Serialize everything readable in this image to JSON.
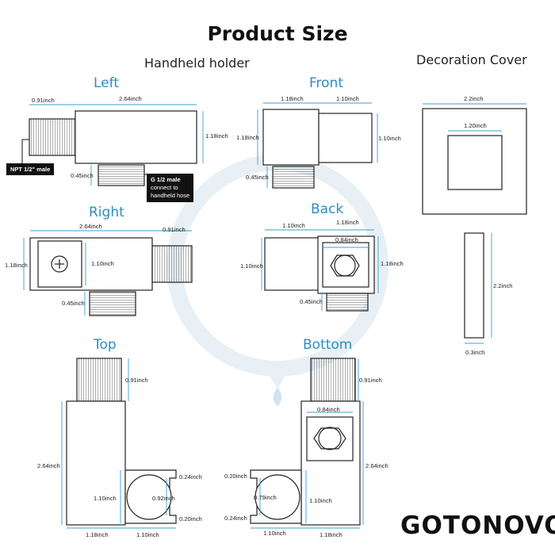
{
  "title": "Product Size",
  "sections": {
    "handheld": "Handheld holder",
    "cover": "Decoration Cover"
  },
  "views": {
    "left": "Left",
    "front": "Front",
    "right": "Right",
    "back": "Back",
    "top": "Top",
    "bottom": "Bottom"
  },
  "callouts": {
    "npt": "NPT 1/2\" male",
    "g_bold": "G 1/2 male",
    "g_line1": "connect to",
    "g_line2": "handheld hose"
  },
  "brand": "GOTONOVO",
  "colors": {
    "accent": "#2a8fc0",
    "dim_line": "#3aa0d0",
    "outline": "#222222",
    "watermark": "#e6eef5"
  },
  "dims": {
    "left": [
      "0.91inch",
      "2.64inch",
      "1.18inch",
      "0.45inch"
    ],
    "front": [
      "1.18inch",
      "1.10inch",
      "1.18inch",
      "1.10inch",
      "0.45inch"
    ],
    "right": [
      "2.64inch",
      "0.91inch",
      "1.18inch",
      "1.10inch",
      "0.45inch"
    ],
    "back": [
      "1.10inch",
      "1.18inch",
      "0.84inch",
      "1.10inch",
      "1.18inch",
      "0.45inch"
    ],
    "top": [
      "0.91inch",
      "2.64inch",
      "1.10inch",
      "0.92inch",
      "0.24inch",
      "0.20inch",
      "1.18inch",
      "1.10inch"
    ],
    "bottom": [
      "0.91inch",
      "0.84inch",
      "2.64inch",
      "1.10inch",
      "0.79inch",
      "0.20inch",
      "0.24inch",
      "1.10inch",
      "1.18inch"
    ],
    "cover": [
      "2.2inch",
      "1.20inch",
      "2.2inch",
      "0.3inch"
    ]
  }
}
